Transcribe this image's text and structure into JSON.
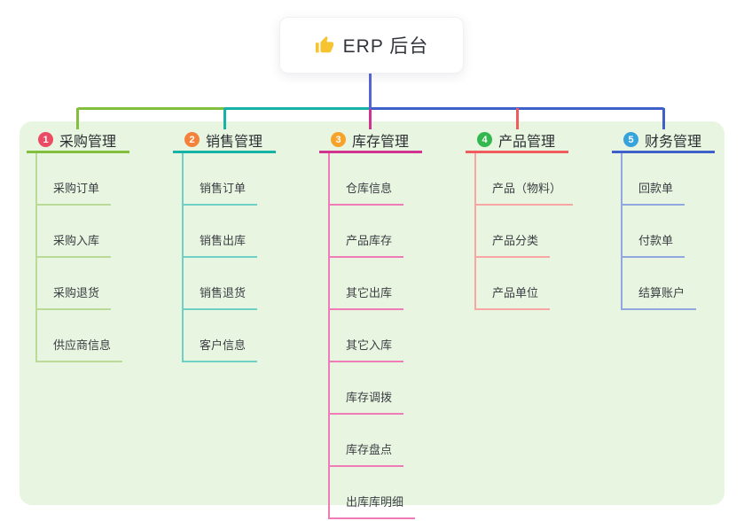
{
  "root": {
    "title": "ERP 后台",
    "icon": "thumbs-up-icon",
    "icon_color": "#f6c331",
    "line_color": "#5565d6"
  },
  "panel": {
    "background": "#e8f6e1"
  },
  "branches": [
    {
      "badge": "1",
      "label": "采购管理",
      "badge_color": "#eb4b63",
      "line_color": "#82bf3e",
      "light_color": "#b9db97",
      "items": [
        "采购订单",
        "采购入库",
        "采购退货",
        "供应商信息"
      ]
    },
    {
      "badge": "2",
      "label": "销售管理",
      "badge_color": "#f5823c",
      "line_color": "#14b3a6",
      "light_color": "#6fd0c5",
      "items": [
        "销售订单",
        "销售出库",
        "销售退货",
        "客户信息"
      ]
    },
    {
      "badge": "3",
      "label": "库存管理",
      "badge_color": "#f7a32b",
      "line_color": "#d13391",
      "light_color": "#ef7cb7",
      "items": [
        "仓库信息",
        "产品库存",
        "其它出库",
        "其它入库",
        "库存调拨",
        "库存盘点",
        "出库库明细"
      ]
    },
    {
      "badge": "4",
      "label": "产品管理",
      "badge_color": "#32b84e",
      "line_color": "#f15b5e",
      "light_color": "#f7a6a3",
      "items": [
        "产品（物料）",
        "产品分类",
        "产品单位"
      ]
    },
    {
      "badge": "5",
      "label": "财务管理",
      "badge_color": "#36a3dd",
      "line_color": "#3f5fc9",
      "light_color": "#90a7e0",
      "items": [
        "回款单",
        "付款单",
        "结算账户"
      ]
    }
  ]
}
